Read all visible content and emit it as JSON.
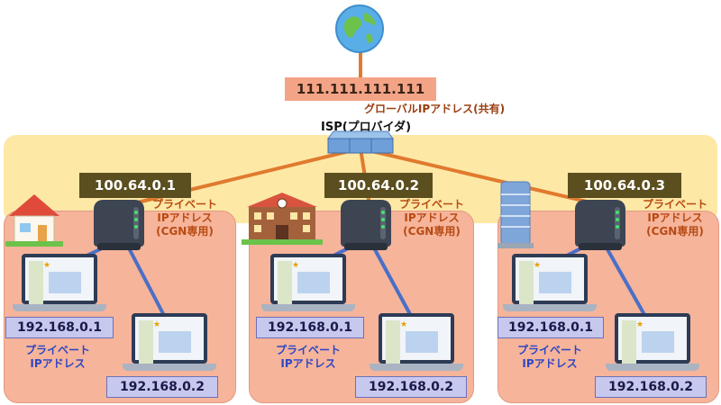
{
  "internet": {
    "icon": "globe-icon"
  },
  "isp": {
    "global_ip": "111.111.111.111",
    "global_ip_note": "グローバルIPアドレス(共有)",
    "label": "ISP(プロバイダ)",
    "icon": "server-icon"
  },
  "sites": [
    {
      "cgn_ip": "100.64.0.1",
      "cgn_note": [
        "プライベート",
        "IPアドレス",
        "(CGN専用)"
      ],
      "building_icon": "house-icon",
      "lan_ips": [
        "192.168.0.1",
        "192.168.0.2"
      ],
      "lan_note": [
        "プライベート",
        "IPアドレス"
      ]
    },
    {
      "cgn_ip": "100.64.0.2",
      "cgn_note": [
        "プライベート",
        "IPアドレス",
        "(CGN専用)"
      ],
      "building_icon": "school-icon",
      "lan_ips": [
        "192.168.0.1",
        "192.168.0.2"
      ],
      "lan_note": [
        "プライベート",
        "IPアドレス"
      ]
    },
    {
      "cgn_ip": "100.64.0.3",
      "cgn_note": [
        "プライベート",
        "IPアドレス",
        "(CGN専用)"
      ],
      "building_icon": "office-building-icon",
      "lan_ips": [
        "192.168.0.1",
        "192.168.0.2"
      ],
      "lan_note": [
        "プライベート",
        "IPアドレス"
      ]
    }
  ],
  "colors": {
    "isp_band": "#fde8a6",
    "lan_zone": "#f6b49a",
    "uplink_line": "#e07a2e",
    "lan_line": "#4a6fc7",
    "cgn_label_bg": "#5b4e1f",
    "global_ip_bg": "#f4a486",
    "lan_ip_bg": "#c7c8ee"
  }
}
